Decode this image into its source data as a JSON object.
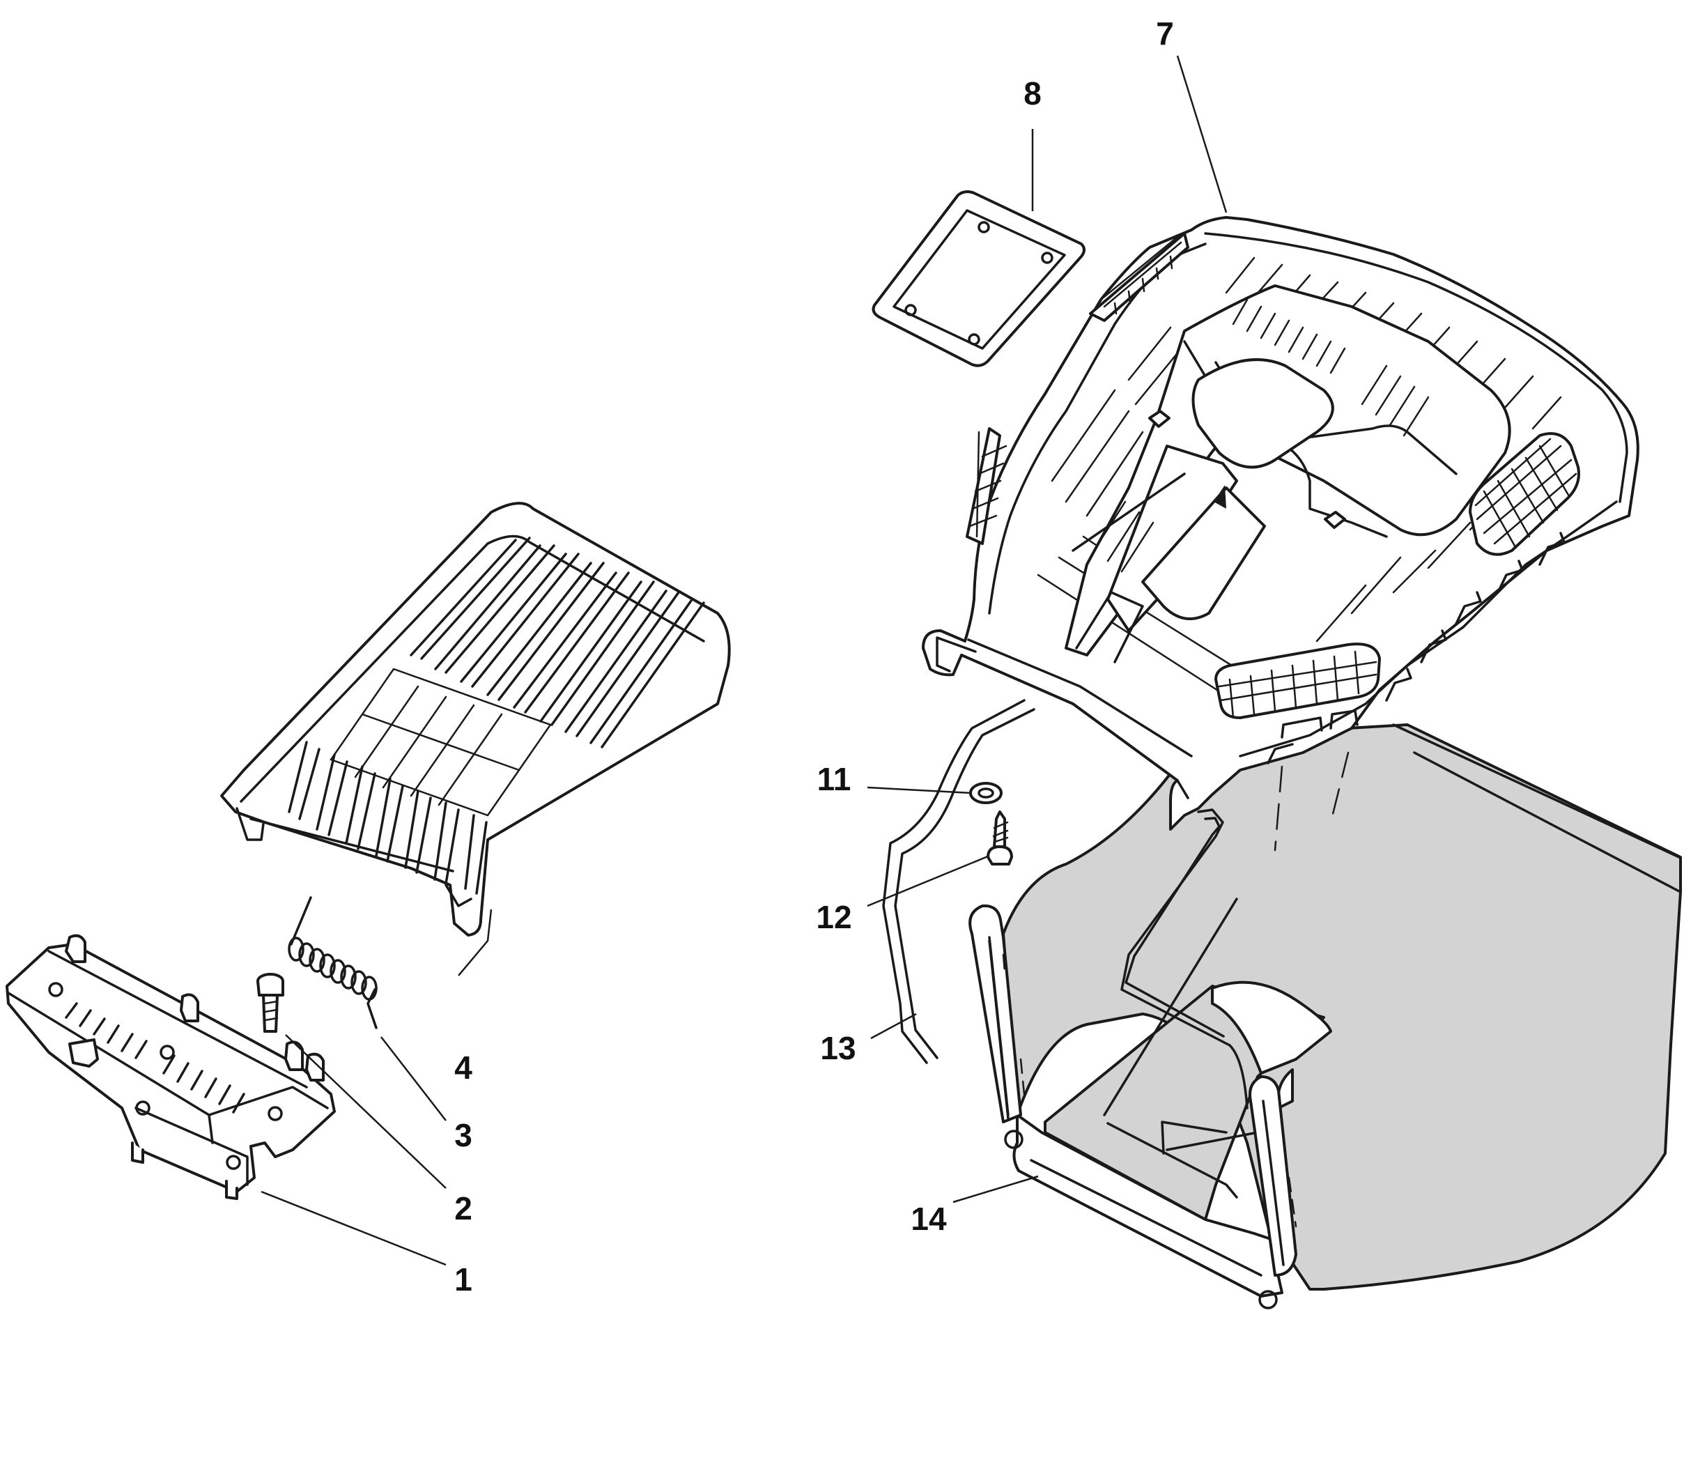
{
  "diagram": {
    "callouts": [
      {
        "id": "c1",
        "text": "1"
      },
      {
        "id": "c2",
        "text": "2"
      },
      {
        "id": "c3",
        "text": "3"
      },
      {
        "id": "c4",
        "text": "4"
      },
      {
        "id": "c7",
        "text": "7"
      },
      {
        "id": "c8",
        "text": "8"
      },
      {
        "id": "c11",
        "text": "11"
      },
      {
        "id": "c12",
        "text": "12"
      },
      {
        "id": "c13",
        "text": "13"
      },
      {
        "id": "c14",
        "text": "14"
      }
    ],
    "colors": {
      "line": "#1a1a1a",
      "fabric": "#d3d3d3",
      "background": "#ffffff"
    }
  }
}
